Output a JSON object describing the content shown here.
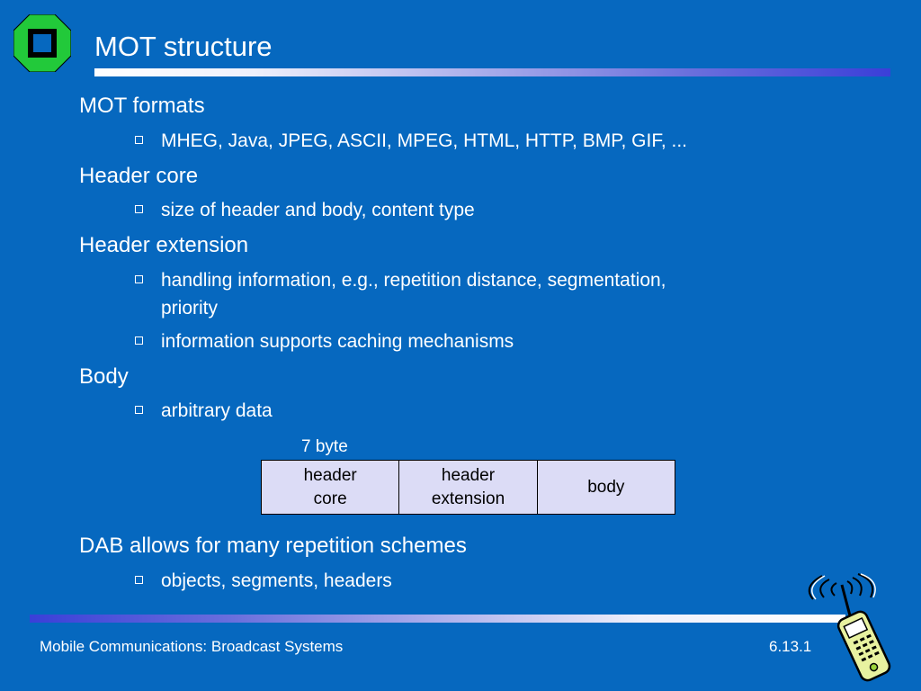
{
  "title": "MOT structure",
  "sections": [
    {
      "heading": "MOT formats",
      "items": [
        "MHEG, Java, JPEG, ASCII, MPEG, HTML, HTTP, BMP, GIF, ..."
      ]
    },
    {
      "heading": "Header core",
      "items": [
        "size of header and body, content type"
      ]
    },
    {
      "heading": "Header extension",
      "items": [
        [
          "handling information, e.g., repetition distance, segmentation,",
          "priority"
        ],
        "information supports caching mechanisms"
      ]
    },
    {
      "heading": "Body",
      "items": [
        "arbitrary data"
      ]
    },
    {
      "heading": "DAB allows for many repetition schemes",
      "items": [
        "objects, segments, headers"
      ]
    }
  ],
  "diagram": {
    "label": "7 byte",
    "cells": [
      {
        "line1": "header",
        "line2": "core"
      },
      {
        "line1": "header",
        "line2": "extension"
      },
      {
        "line1": "body",
        "line2": ""
      }
    ]
  },
  "footer": {
    "left": "Mobile Communications: Broadcast Systems",
    "right": "6.13.1"
  },
  "colors": {
    "background": "#0668bf",
    "text": "#ffffff",
    "logo": "#22c93a",
    "diagram_fill": "#dcdcf6"
  },
  "icons": {
    "logo": "university-logo-icon",
    "phone": "mobile-phone-icon"
  }
}
